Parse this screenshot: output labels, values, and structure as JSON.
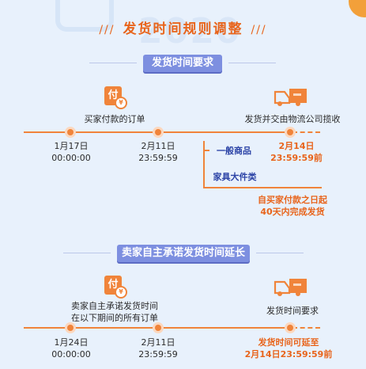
{
  "header": {
    "year_watermark": "2020",
    "slashes": "///",
    "title": "发货时间规则调整"
  },
  "section1": {
    "pill": "发货时间要求",
    "pay_icon_char": "付",
    "yen_char": "¥",
    "pay_label": "买家付款的订单",
    "ship_label": "发货并交由物流公司揽收",
    "date1": "1月17日",
    "time1": "00:00:00",
    "date2": "2月11日",
    "time2": "23:59:59",
    "general_label": "一般商品",
    "general_deadline_date": "2月14日",
    "general_deadline_time": "23:59:59前",
    "furniture_label": "家具大件类",
    "furniture_rule_line1": "自买家付款之日起",
    "furniture_rule_line2": "40天内完成发货"
  },
  "section2": {
    "pill": "卖家自主承诺发货时间延长",
    "pay_icon_char": "付",
    "yen_char": "¥",
    "pay_label_line1": "卖家自主承诺发货时间",
    "pay_label_line2": "在以下期间的所有订单",
    "ship_label": "发货时间要求",
    "date1": "1月24日",
    "time1": "00:00:00",
    "date2": "2月11日",
    "time2": "23:59:59",
    "extend_line1": "发货时间可延至",
    "extend_line2": "2月14日23:59:59前"
  },
  "colors": {
    "accent": "#e8641b",
    "pill": "#7d8fe0",
    "category": "#2b43a6",
    "background": "#e8f1fc"
  },
  "icons": [
    "pay-icon",
    "truck-icon"
  ]
}
